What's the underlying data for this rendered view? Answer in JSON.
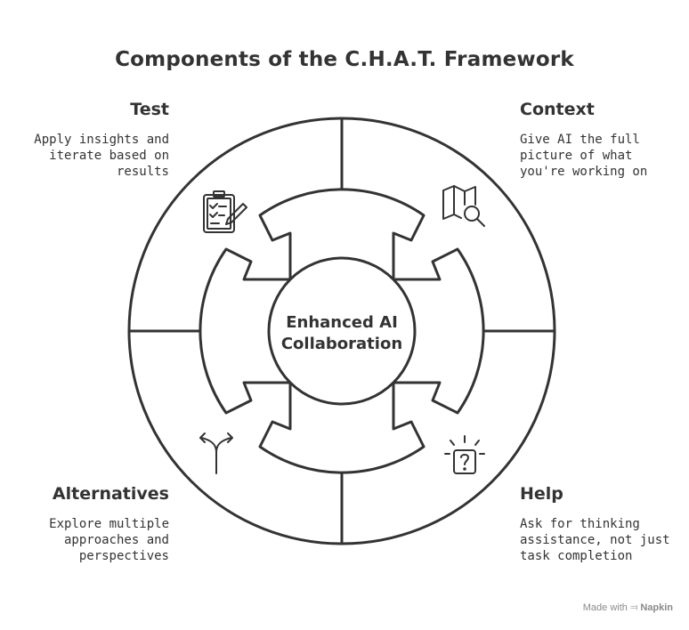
{
  "title": "Components of the C.H.A.T. Framework",
  "center": {
    "line1": "Enhanced AI",
    "line2": "Collaboration"
  },
  "sections": {
    "test": {
      "heading": "Test",
      "description": "Apply insights and\niterate based on\nresults",
      "icon": "clipboard-pencil-icon"
    },
    "context": {
      "heading": "Context",
      "description": "Give AI the full\npicture of what\nyou're working on",
      "icon": "map-magnifier-icon"
    },
    "alternatives": {
      "heading": "Alternatives",
      "description": "Explore multiple\napproaches and\nperspectives",
      "icon": "split-arrows-icon"
    },
    "help": {
      "heading": "Help",
      "description": "Ask for thinking\nassistance, not just\ntask completion",
      "icon": "question-lightbulb-icon"
    }
  },
  "watermark": {
    "prefix": "Made with",
    "brand": "Napkin"
  }
}
